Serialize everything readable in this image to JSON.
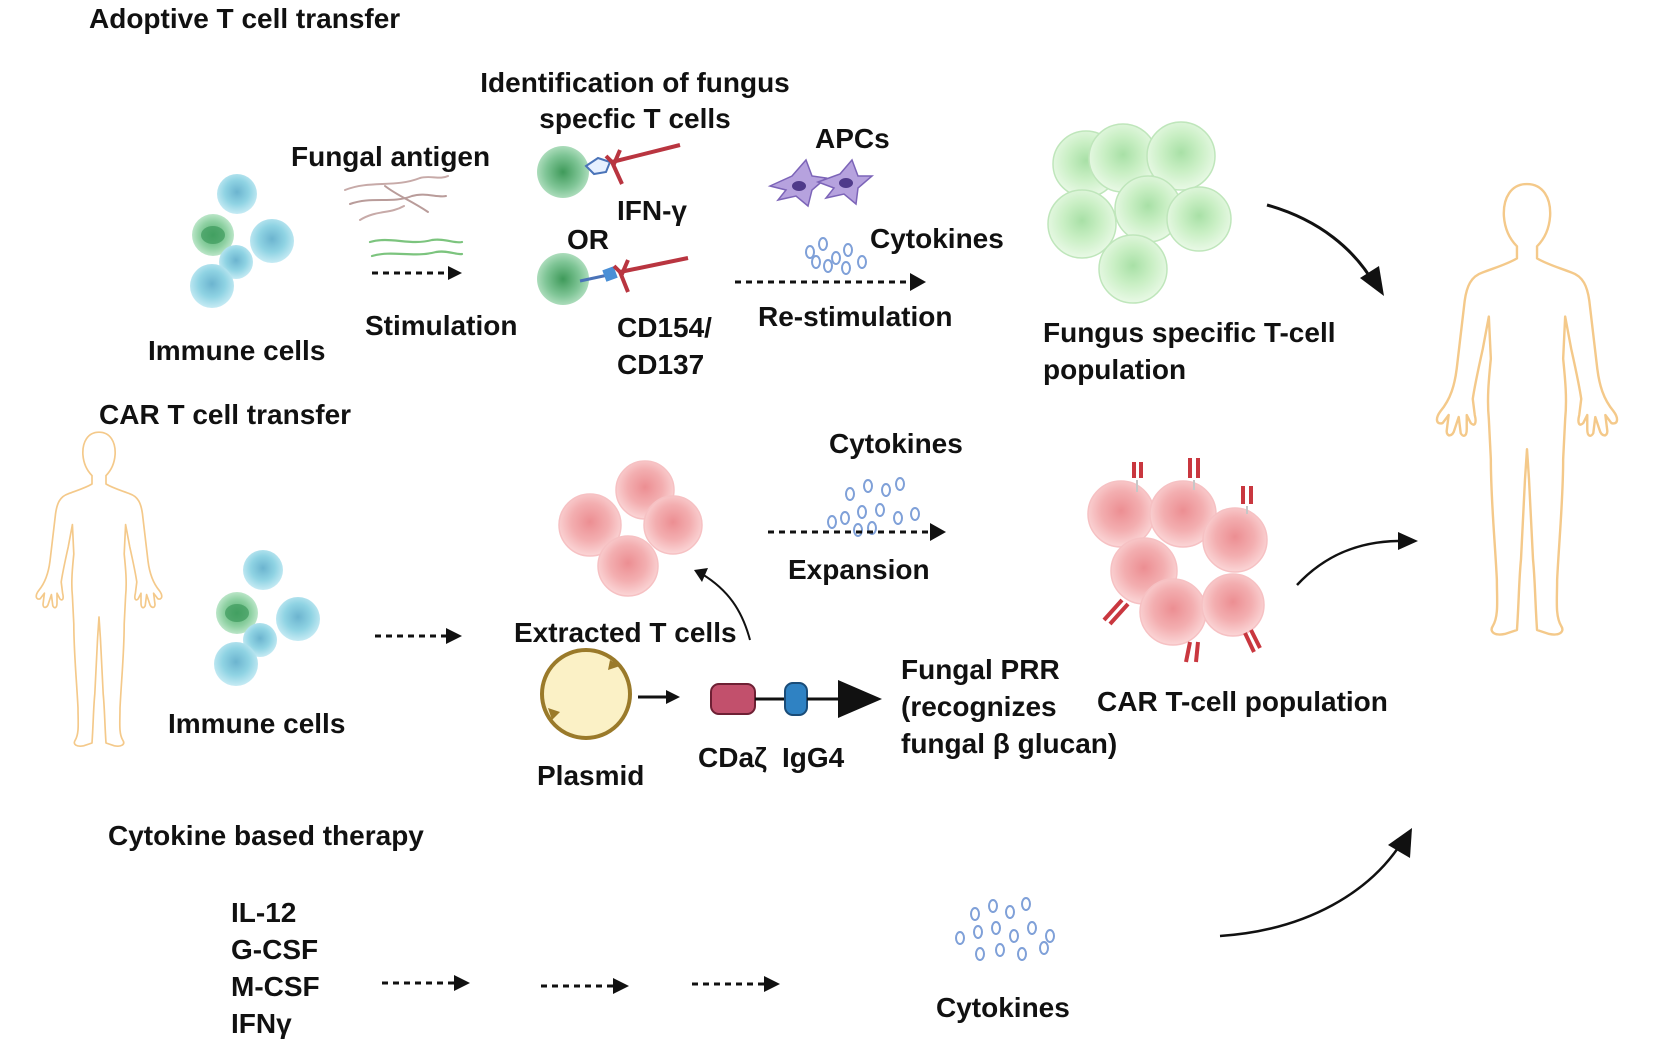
{
  "sections": {
    "adoptive": {
      "title": "Adoptive T cell transfer",
      "immune_cells": "Immune cells",
      "fungal_antigen": "Fungal antigen",
      "stimulation": "Stimulation",
      "identification_line1": "Identification of fungus",
      "identification_line2": "specfic T cells",
      "ifn_gamma": "IFN-γ",
      "or": "OR",
      "cd154": "CD154/",
      "cd137": "CD137",
      "apcs": "APCs",
      "cytokines": "Cytokines",
      "restimulation": "Re-stimulation",
      "population_line1": "Fungus specific T-cell",
      "population_line2": "population"
    },
    "car": {
      "title": "CAR T cell transfer",
      "immune_cells": "Immune cells",
      "extracted": "Extracted T cells",
      "cytokines": "Cytokines",
      "expansion": "Expansion",
      "plasmid": "Plasmid",
      "cdaz": "CDaζ",
      "igg4": "IgG4",
      "prr_line1": "Fungal PRR",
      "prr_line2": "(recognizes",
      "prr_line3": "fungal β glucan)",
      "population": "CAR T-cell population"
    },
    "cytokine": {
      "title": "Cytokine based therapy",
      "agents": [
        "IL-12",
        "G-CSF",
        "M-CSF",
        "IFNγ"
      ],
      "cytokines": "Cytokines"
    }
  },
  "colors": {
    "immune_blue": "#8fd3e3",
    "immune_green": "#8fd1a3",
    "fungus_green": "#c9efc4",
    "car_pink": "#f3aeb0",
    "receptor_red": "#c9373f",
    "apc_purple": "#a08ad0",
    "plasmid_fill": "#fbf1c6",
    "plasmid_ring": "#9a7a2a",
    "cdaz_box": "#c2506c",
    "igg4_box": "#2f82c3",
    "cytokine_blue": "#7fa0d8",
    "body_outline": "#f4c98a",
    "text": "#111111"
  }
}
